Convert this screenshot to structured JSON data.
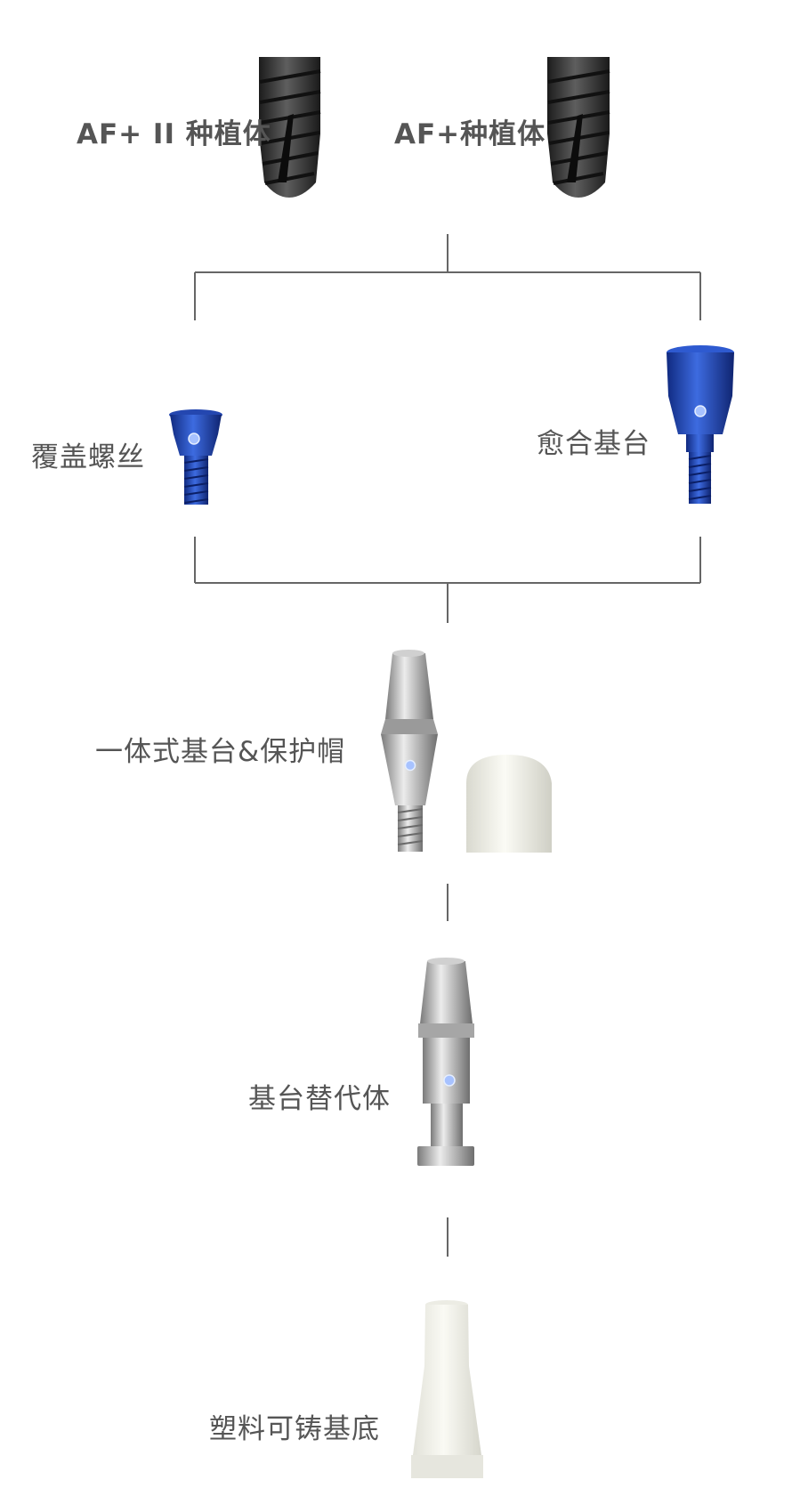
{
  "implants": {
    "af_plus_2": "AF+ II 种植体",
    "af_plus": "AF+种植体"
  },
  "components": {
    "cover_screw": "覆盖螺丝",
    "healing_abutment": "愈合基台",
    "one_piece_abutment": "一体式基台&保护帽",
    "abutment_analog": "基台替代体",
    "plastic_castable_base": "塑料可铸基底"
  },
  "colors": {
    "connector": "#666666",
    "implant_dark": "#3a3a3a",
    "blue_anodized": "#2a55c8",
    "titanium": "#b5b5b5",
    "cap_white": "#f1f1ea"
  }
}
